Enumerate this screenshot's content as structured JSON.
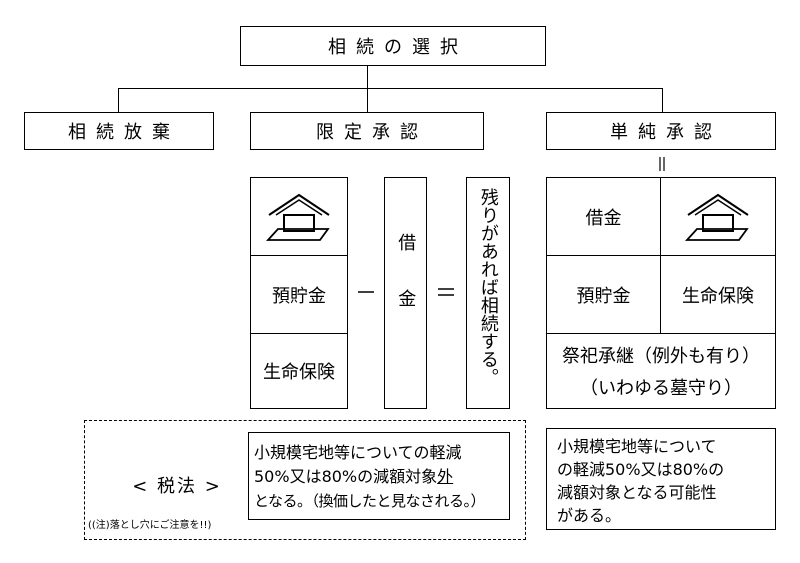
{
  "top": {
    "title": "相続の選択"
  },
  "options": {
    "renounce": "相続放棄",
    "limited": "限定承認",
    "simple": "単純承認"
  },
  "limited_assets": {
    "deposit": "預貯金",
    "insurance": "生命保険"
  },
  "ops": {
    "minus": "－",
    "equals": "＝",
    "parallel": "＝"
  },
  "debt": {
    "label": "借金"
  },
  "remainder": {
    "label": "残りがあれば相続する。"
  },
  "simple_grid": {
    "debt": "借金",
    "deposit": "預貯金",
    "insurance": "生命保険",
    "ritual_line1": "祭祀承継（例外も有り）",
    "ritual_line2": "（いわゆる墓守り）"
  },
  "tax": {
    "label": "< 税法 >",
    "note": "((注)落とし穴にご注意を!!)",
    "line1": "小規模宅地等についての軽減",
    "line2_prefix": "50%又は80%の減額対象",
    "line2_underlined": "外",
    "line3": "となる。（換価したと見なされる。）"
  },
  "simple_tax": {
    "line1": "小規模宅地等について",
    "line2": "の軽減50%又は80%の",
    "line3": "減額対象となる可能性",
    "line4": "がある。"
  },
  "icons": [
    "house-icon"
  ]
}
